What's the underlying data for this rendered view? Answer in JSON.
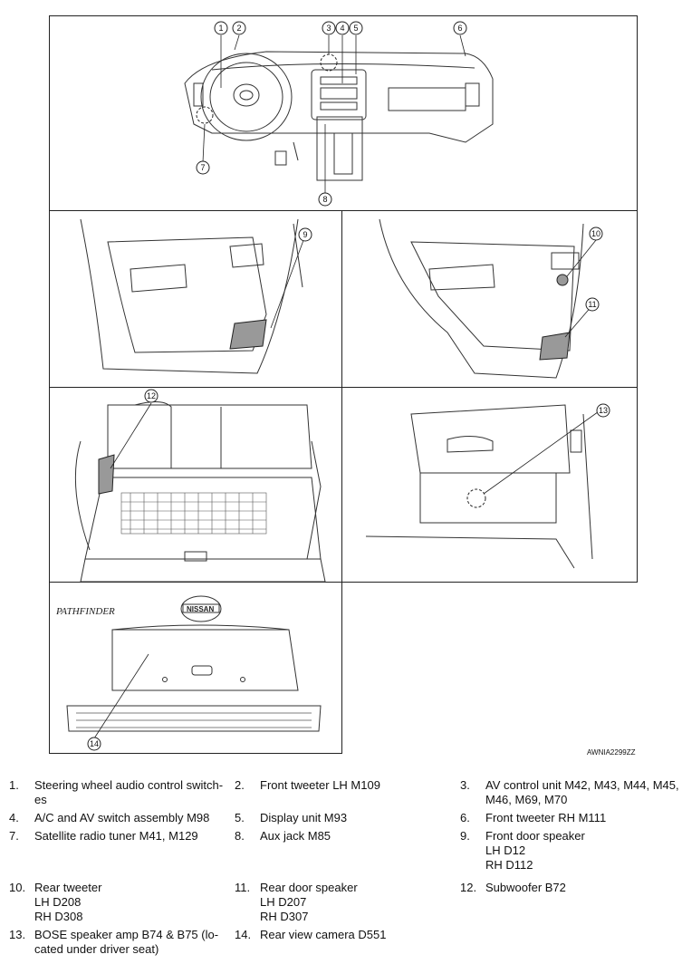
{
  "figure_code": "AWNIA2299ZZ",
  "callouts": [
    "1",
    "2",
    "3",
    "4",
    "5",
    "6",
    "7",
    "8",
    "9",
    "10",
    "11",
    "12",
    "13",
    "14"
  ],
  "vehicle_badges": {
    "model": "PATHFINDER",
    "brand": "NISSAN"
  },
  "legend": [
    {
      "num": "1.",
      "lines": [
        "Steering wheel audio control switch-",
        "es"
      ]
    },
    {
      "num": "2.",
      "lines": [
        "Front tweeter LH M109"
      ]
    },
    {
      "num": "3.",
      "lines": [
        "AV control unit M42, M43, M44, M45,",
        "M46, M69, M70"
      ]
    },
    {
      "num": "4.",
      "lines": [
        "A/C and AV switch assembly M98"
      ]
    },
    {
      "num": "5.",
      "lines": [
        "Display unit M93"
      ]
    },
    {
      "num": "6.",
      "lines": [
        "Front tweeter RH M111"
      ]
    },
    {
      "num": "7.",
      "lines": [
        "Satellite radio tuner M41, M129"
      ]
    },
    {
      "num": "8.",
      "lines": [
        "Aux jack M85"
      ]
    },
    {
      "num": "9.",
      "lines": [
        "Front door speaker",
        "LH D12",
        "RH D112"
      ]
    },
    {
      "num": "10.",
      "lines": [
        "Rear tweeter",
        "LH D208",
        "RH D308"
      ]
    },
    {
      "num": "11.",
      "lines": [
        "Rear door speaker",
        "LH D207",
        "RH D307"
      ]
    },
    {
      "num": "12.",
      "lines": [
        "Subwoofer B72"
      ]
    },
    {
      "num": "13.",
      "lines": [
        "BOSE speaker amp B74 & B75 (lo-",
        "cated under driver seat)"
      ]
    },
    {
      "num": "14.",
      "lines": [
        "Rear view camera D551"
      ]
    }
  ]
}
